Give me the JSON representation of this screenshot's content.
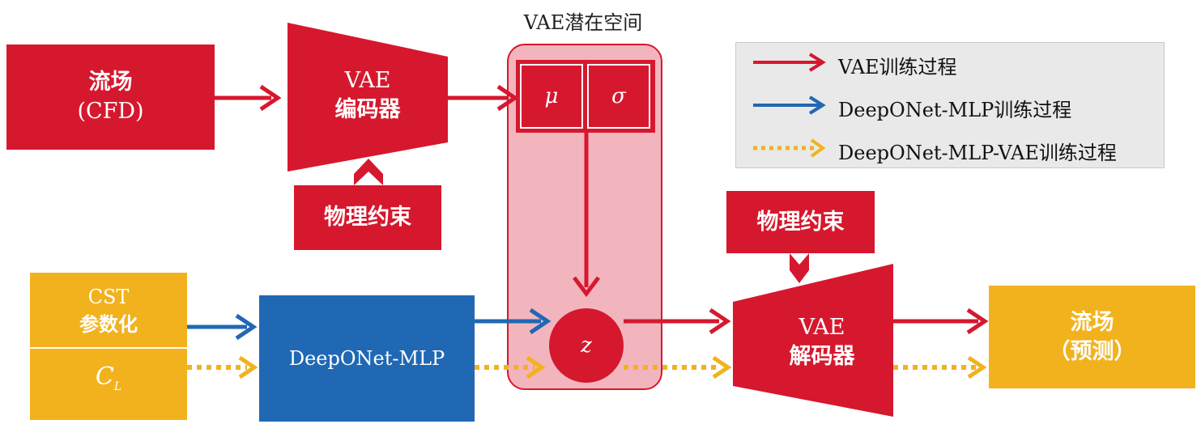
{
  "latent_space": {
    "title": "VAE潜在空间",
    "mu": "μ",
    "sigma": "σ",
    "z": "z"
  },
  "flow_input": {
    "line1": "流场",
    "line2": "(CFD)"
  },
  "encoder": {
    "line1": "VAE",
    "line2": "编码器"
  },
  "physics_top": {
    "label": "物理约束"
  },
  "physics_right": {
    "label": "物理约束"
  },
  "decoder": {
    "line1": "VAE",
    "line2": "解码器"
  },
  "flow_output": {
    "line1": "流场",
    "line2": "（预测）"
  },
  "param_input": {
    "line1": "CST",
    "line2": "参数化",
    "cl_main": "C",
    "cl_sub": "L"
  },
  "deeponet": {
    "label": "DeepONet-MLP"
  },
  "legend": {
    "items": [
      {
        "label": "VAE训练过程",
        "color": "#d6182e",
        "style": "solid"
      },
      {
        "label": "DeepONet-MLP训练过程",
        "color": "#2068b3",
        "style": "solid"
      },
      {
        "label": "DeepONet-MLP-VAE训练过程",
        "color": "#f2b21d",
        "style": "dotted"
      }
    ]
  },
  "colors": {
    "red": "#d6182e",
    "blue": "#2068b3",
    "yellow": "#f2b21d",
    "pink": "#f3b5bd"
  }
}
